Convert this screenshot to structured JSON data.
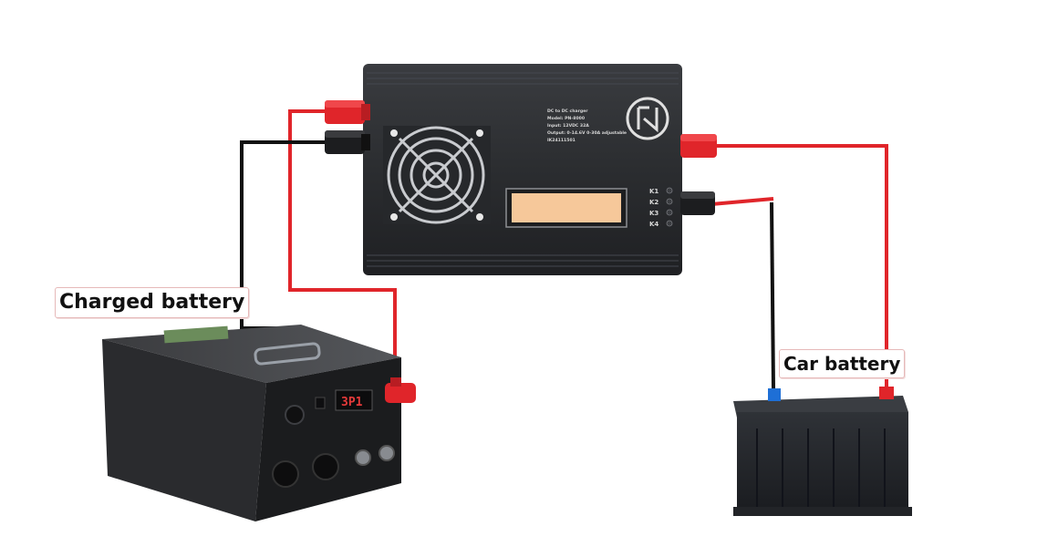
{
  "labels": {
    "charged_battery": "Charged battery",
    "car_battery": "Car battery"
  },
  "charger": {
    "info_lines": [
      "DC to DC charger",
      "Model: PN-8000",
      "Input: 12VDC 32A",
      "Output: 0-14.6V 0-30A adjustable",
      "IK24111501"
    ],
    "indicators": [
      "K1",
      "K2",
      "K3",
      "K4"
    ]
  },
  "battery_display": "3P1",
  "colors": {
    "positive_cable": "#e0252a",
    "negative_cable": "#111111",
    "charger_body": "#2b2d30",
    "lcd_screen": "#f6c89a"
  }
}
